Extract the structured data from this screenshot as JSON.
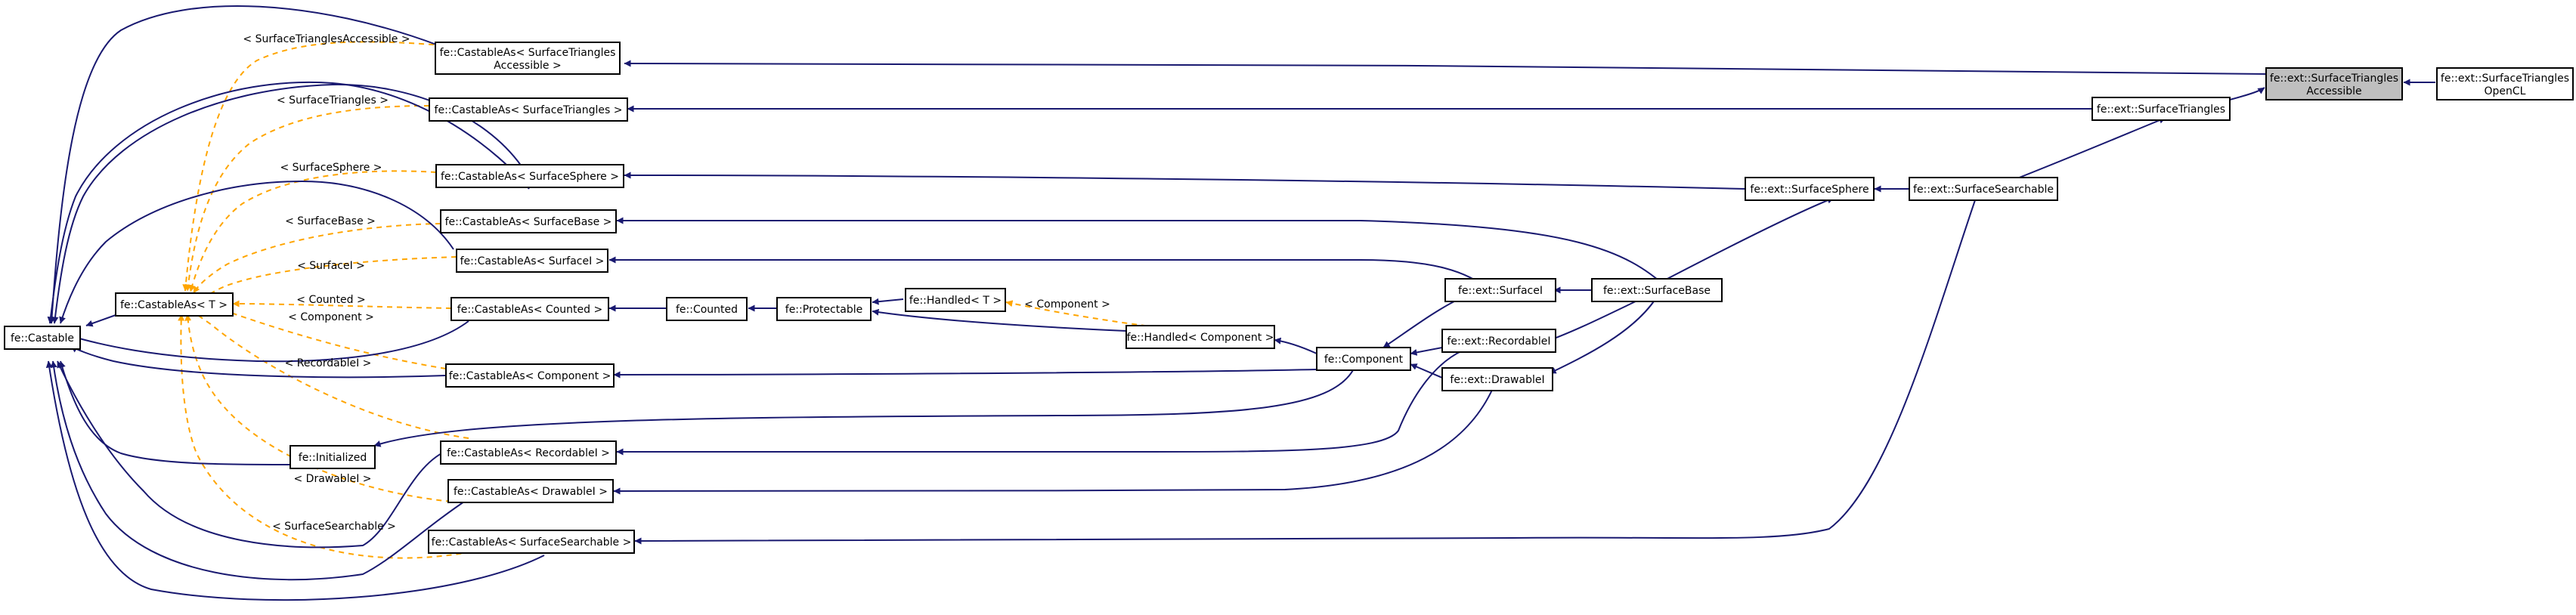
{
  "colors": {
    "inheritance_edge": "#191970",
    "template_edge": "#ffa500",
    "focus_fill": "#bfbfbf",
    "node_fill": "#ffffff"
  },
  "nodes": {
    "castable": [
      "fe::Castable"
    ],
    "castableAsT": [
      "fe::CastableAs< T >"
    ],
    "cast_sta": [
      "fe::CastableAs< SurfaceTriangles",
      "Accessible >"
    ],
    "cast_st": [
      "fe::CastableAs< SurfaceTriangles >"
    ],
    "cast_ss": [
      "fe::CastableAs< SurfaceSphere >"
    ],
    "cast_sb": [
      "fe::CastableAs< SurfaceBase >"
    ],
    "cast_si": [
      "fe::CastableAs< SurfaceI >"
    ],
    "cast_counted": [
      "fe::CastableAs< Counted >"
    ],
    "cast_comp": [
      "fe::CastableAs< Component >"
    ],
    "initialized": [
      "fe::Initialized"
    ],
    "cast_rec": [
      "fe::CastableAs< RecordableI >"
    ],
    "cast_draw": [
      "fe::CastableAs< DrawableI >"
    ],
    "cast_search": [
      "fe::CastableAs< SurfaceSearchable >"
    ],
    "counted": [
      "fe::Counted"
    ],
    "protectable": [
      "fe::Protectable"
    ],
    "handledT": [
      "fe::Handled< T >"
    ],
    "handledComp": [
      "fe::Handled< Component >"
    ],
    "component": [
      "fe::Component"
    ],
    "ext_si": [
      "fe::ext::SurfaceI"
    ],
    "ext_rec": [
      "fe::ext::RecordableI"
    ],
    "ext_draw": [
      "fe::ext::DrawableI"
    ],
    "ext_sb": [
      "fe::ext::SurfaceBase"
    ],
    "ext_ss": [
      "fe::ext::SurfaceSphere"
    ],
    "ext_search": [
      "fe::ext::SurfaceSearchable"
    ],
    "ext_st": [
      "fe::ext::SurfaceTriangles"
    ],
    "ext_sta": [
      "fe::ext::SurfaceTriangles",
      "Accessible"
    ],
    "ext_opencl": [
      "fe::ext::SurfaceTriangles",
      "OpenCL"
    ]
  },
  "template_labels": {
    "sta": "< SurfaceTrianglesAccessible >",
    "st": "< SurfaceTriangles >",
    "ss": "< SurfaceSphere >",
    "sb": "< SurfaceBase >",
    "si": "< SurfaceI >",
    "counted": "< Counted >",
    "comp": "< Component >",
    "rec": "< RecordableI >",
    "draw": "< DrawableI >",
    "search": "< SurfaceSearchable >",
    "handled_comp": "< Component >"
  }
}
